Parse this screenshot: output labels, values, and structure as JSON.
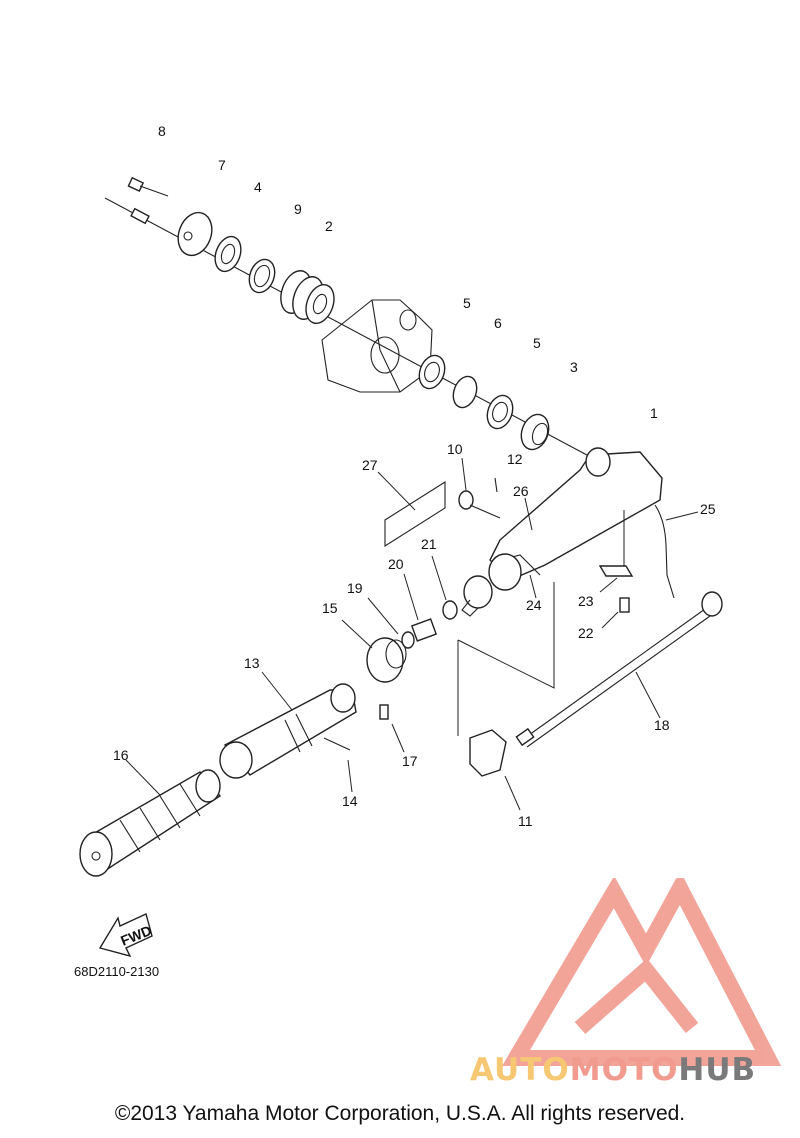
{
  "diagram": {
    "part_code": "68D2110-2130",
    "fwd_label": "FWD",
    "copyright": "©2013 Yamaha Motor Corporation, U.S.A. All rights reserved.",
    "callouts": [
      "1",
      "2",
      "3",
      "4",
      "5",
      "5",
      "6",
      "7",
      "8",
      "9",
      "10",
      "11",
      "12",
      "13",
      "14",
      "15",
      "16",
      "17",
      "18",
      "19",
      "20",
      "21",
      "22",
      "23",
      "24",
      "25",
      "26",
      "27"
    ]
  },
  "watermark": {
    "word_part1": "AUTO",
    "word_part2": "MOTO",
    "word_part3": "HUB",
    "colors": {
      "triangle": "#f19b8f",
      "auto": "#f7c873",
      "hub": "#7a7a7a"
    }
  }
}
